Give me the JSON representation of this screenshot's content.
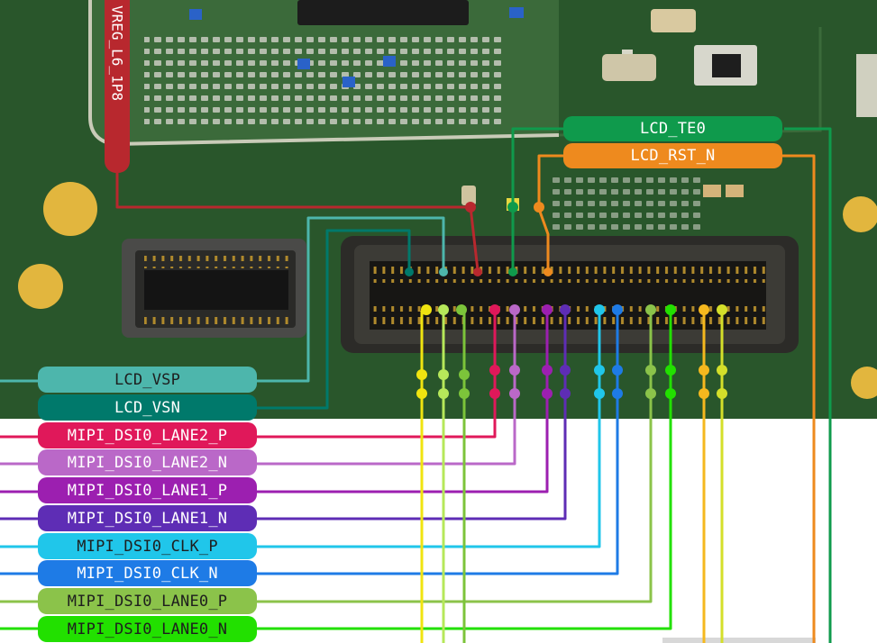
{
  "labels": {
    "vreg_l6_1p8": "VREG_L6_1P8",
    "lcd_te0": "LCD_TE0",
    "lcd_rst_n": "LCD_RST_N",
    "lcd_vsp": "LCD_VSP",
    "lcd_vsn": "LCD_VSN",
    "mipi_dsi0_lane2_p": "MIPI_DSI0_LANE2_P",
    "mipi_dsi0_lane2_n": "MIPI_DSI0_LANE2_N",
    "mipi_dsi0_lane1_p": "MIPI_DSI0_LANE1_P",
    "mipi_dsi0_lane1_n": "MIPI_DSI0_LANE1_N",
    "mipi_dsi0_clk_p": "MIPI_DSI0_CLK_P",
    "mipi_dsi0_clk_n": "MIPI_DSI0_CLK_N",
    "mipi_dsi0_lane0_p": "MIPI_DSI0_LANE0_P",
    "mipi_dsi0_lane0_n": "MIPI_DSI0_LANE0_N"
  },
  "colors": {
    "board": "#2c5a2e",
    "vreg_l6_1p8": "#b8282e",
    "lcd_te0": "#0f9a4c",
    "lcd_rst_n": "#ee8a1e",
    "lcd_vsp": "#4db6ac",
    "lcd_vsn": "#00796b",
    "mipi_dsi0_lane2_p": "#e0185a",
    "mipi_dsi0_lane2_n": "#ba68c8",
    "mipi_dsi0_lane1_p": "#9c1fb0",
    "mipi_dsi0_lane1_n": "#5e2db5",
    "mipi_dsi0_clk_p": "#20c6ea",
    "mipi_dsi0_clk_n": "#1e7be6",
    "mipi_dsi0_lane0_p": "#8bc34a",
    "mipi_dsi0_lane0_n": "#22e000"
  }
}
